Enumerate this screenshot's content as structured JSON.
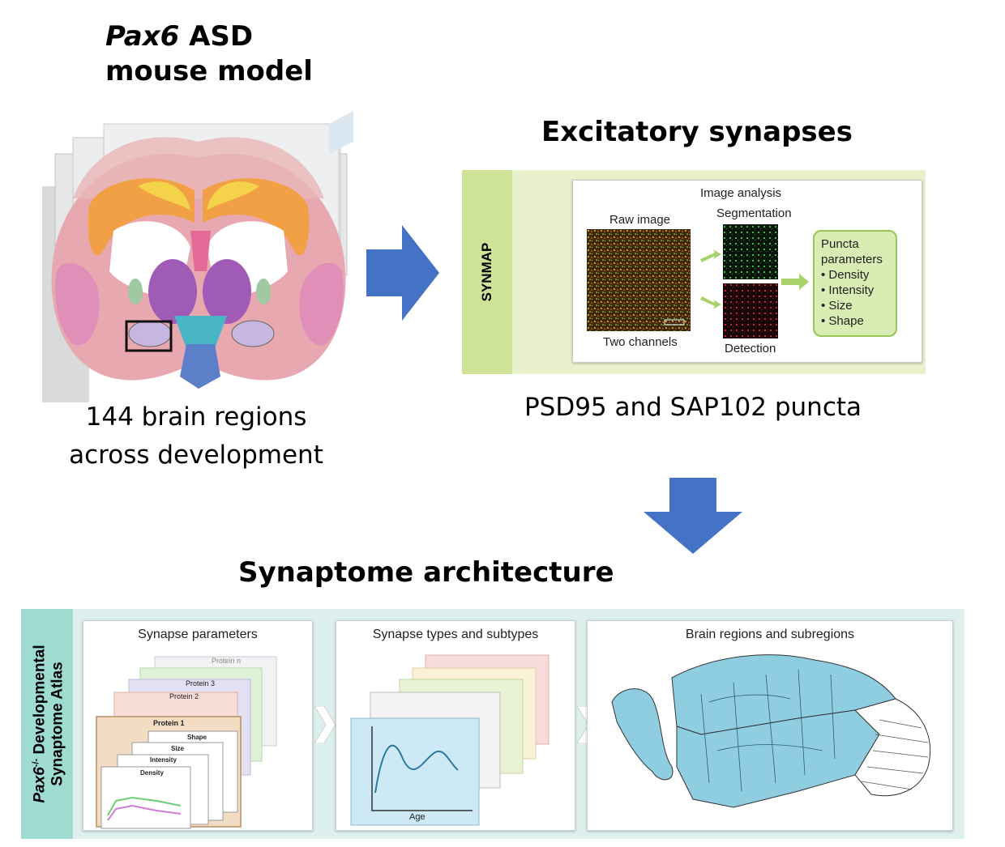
{
  "header": {
    "model_title_italic": "Pax6",
    "model_title_rest": " ASD",
    "model_title_line2": "mouse model",
    "brain_caption_line1": "144 brain regions",
    "brain_caption_line2": "across development"
  },
  "synapses": {
    "title": "Excitatory synapses",
    "caption": "PSD95 and SAP102 puncta",
    "panel": {
      "side_label": "SYNMAP",
      "image_analysis": "Image analysis",
      "raw_image": "Raw image",
      "two_channels": "Two channels",
      "segmentation": "Segmentation",
      "detection": "Detection",
      "puncta_heading_1": "Puncta",
      "puncta_heading_2": "parameters",
      "puncta_items": [
        "• Density",
        "• Intensity",
        "• Size",
        "• Shape"
      ]
    }
  },
  "architecture": {
    "title": "Synaptome architecture",
    "side_label_line1": "Pax6",
    "side_label_sup": "-/-",
    "side_label_line1_rest": " Developmental",
    "side_label_line2": "Synaptome Atlas",
    "card1": {
      "title": "Synapse parameters",
      "proteins": [
        "Protein n",
        "Protein 3",
        "Protein 2",
        "Protein 1"
      ],
      "params": [
        "Shape",
        "Size",
        "Intensity",
        "Density"
      ]
    },
    "card2": {
      "title": "Synapse types and subtypes",
      "x_axis": "Age"
    },
    "card3": {
      "title": "Brain regions and subregions"
    }
  },
  "colors": {
    "arrow_blue": "#4472c4",
    "synmap_side": "#cfe396",
    "synmap_bg": "#e8f1cc",
    "atlas_side": "#9edcd2",
    "atlas_bg": "#ddf0ee",
    "region_blue": "#8fcde0"
  }
}
